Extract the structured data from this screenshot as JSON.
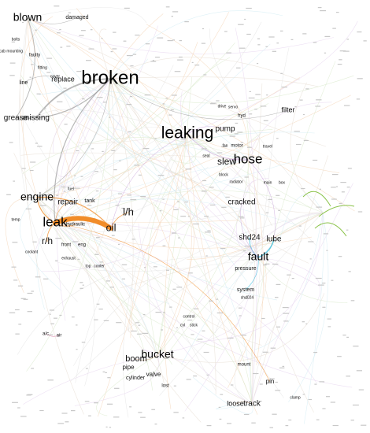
{
  "palette": {
    "orange": "#f0861e",
    "grey": "#9a9a9a",
    "violet": "#cba6dc",
    "blue": "#1fb3d9",
    "green": "#8bc34a",
    "pink": "#d9709c",
    "tan": "#c9a27a",
    "faint": "#d8d8d8"
  },
  "nodes": [
    {
      "id": "blown",
      "label": "blown",
      "cluster": "grey"
    },
    {
      "id": "damaged",
      "label": "damaged",
      "cluster": "grey"
    },
    {
      "id": "bolts",
      "label": "bolts",
      "cluster": "grey"
    },
    {
      "id": "cab_mounting",
      "label": "cab mounting",
      "cluster": "grey"
    },
    {
      "id": "faulty",
      "label": "faulty",
      "cluster": "grey"
    },
    {
      "id": "fitting",
      "label": "fitting",
      "cluster": "grey"
    },
    {
      "id": "cover",
      "label": "cover",
      "cluster": "grey"
    },
    {
      "id": "replace",
      "label": "replace",
      "cluster": "grey"
    },
    {
      "id": "line",
      "label": "line",
      "cluster": "grey"
    },
    {
      "id": "broken",
      "label": "broken",
      "cluster": "grey"
    },
    {
      "id": "grease",
      "label": "grease",
      "cluster": "grey"
    },
    {
      "id": "missing",
      "label": "missing",
      "cluster": "grey"
    },
    {
      "id": "leaking",
      "label": "leaking",
      "cluster": "violet"
    },
    {
      "id": "pump",
      "label": "pump",
      "cluster": "violet"
    },
    {
      "id": "hyd",
      "label": "hyd",
      "cluster": "violet"
    },
    {
      "id": "filter",
      "label": "filter",
      "cluster": "violet"
    },
    {
      "id": "drive",
      "label": "drive",
      "cluster": "violet"
    },
    {
      "id": "servo",
      "label": "servo",
      "cluster": "violet"
    },
    {
      "id": "fan",
      "label": "fan",
      "cluster": "violet"
    },
    {
      "id": "motor",
      "label": "motor",
      "cluster": "violet"
    },
    {
      "id": "travel",
      "label": "travel",
      "cluster": "violet"
    },
    {
      "id": "seal",
      "label": "seal",
      "cluster": "violet"
    },
    {
      "id": "slew",
      "label": "slew",
      "cluster": "violet"
    },
    {
      "id": "hose",
      "label": "hose",
      "cluster": "violet"
    },
    {
      "id": "block",
      "label": "block",
      "cluster": "violet"
    },
    {
      "id": "radiator",
      "label": "radiator",
      "cluster": "violet"
    },
    {
      "id": "main",
      "label": "main",
      "cluster": "violet"
    },
    {
      "id": "box",
      "label": "box",
      "cluster": "violet"
    },
    {
      "id": "cracked",
      "label": "cracked",
      "cluster": "violet"
    },
    {
      "id": "engine",
      "label": "engine",
      "cluster": "orange"
    },
    {
      "id": "repair",
      "label": "repair",
      "cluster": "orange"
    },
    {
      "id": "tank",
      "label": "tank",
      "cluster": "orange"
    },
    {
      "id": "leak",
      "label": "leak",
      "cluster": "orange"
    },
    {
      "id": "hydraulic",
      "label": "hydraulic",
      "cluster": "orange"
    },
    {
      "id": "lh",
      "label": "l/h",
      "cluster": "orange"
    },
    {
      "id": "oil",
      "label": "oil",
      "cluster": "orange"
    },
    {
      "id": "rh",
      "label": "r/h",
      "cluster": "orange"
    },
    {
      "id": "temp",
      "label": "temp",
      "cluster": "orange"
    },
    {
      "id": "coolant",
      "label": "coolant",
      "cluster": "orange"
    },
    {
      "id": "front",
      "label": "front",
      "cluster": "orange"
    },
    {
      "id": "eng",
      "label": "eng",
      "cluster": "orange"
    },
    {
      "id": "exhaust",
      "label": "exhaust",
      "cluster": "orange"
    },
    {
      "id": "top",
      "label": "top",
      "cluster": "orange"
    },
    {
      "id": "cooler",
      "label": "cooler",
      "cluster": "orange"
    },
    {
      "id": "fuel",
      "label": "fuel",
      "cluster": "orange"
    },
    {
      "id": "shd24",
      "label": "shd24",
      "cluster": "blue"
    },
    {
      "id": "lube",
      "label": "lube",
      "cluster": "blue"
    },
    {
      "id": "fault",
      "label": "fault",
      "cluster": "blue"
    },
    {
      "id": "pressure",
      "label": "pressure",
      "cluster": "blue"
    },
    {
      "id": "system",
      "label": "system",
      "cluster": "blue"
    },
    {
      "id": "shd024",
      "label": "shd024",
      "cluster": "blue"
    },
    {
      "id": "ac",
      "label": "a/c",
      "cluster": "pink"
    },
    {
      "id": "air",
      "label": "air",
      "cluster": "pink"
    },
    {
      "id": "control",
      "label": "control",
      "cluster": "tan"
    },
    {
      "id": "cyl",
      "label": "cyl",
      "cluster": "tan"
    },
    {
      "id": "stick",
      "label": "stick",
      "cluster": "tan"
    },
    {
      "id": "boom",
      "label": "boom",
      "cluster": "tan"
    },
    {
      "id": "bucket",
      "label": "bucket",
      "cluster": "tan"
    },
    {
      "id": "pipe",
      "label": "pipe",
      "cluster": "tan"
    },
    {
      "id": "cylinder",
      "label": "cylinder",
      "cluster": "tan"
    },
    {
      "id": "valve",
      "label": "valve",
      "cluster": "tan"
    },
    {
      "id": "lost",
      "label": "lost",
      "cluster": "tan"
    },
    {
      "id": "mount",
      "label": "mount",
      "cluster": "tan"
    },
    {
      "id": "pin",
      "label": "pin",
      "cluster": "tan"
    },
    {
      "id": "loose",
      "label": "loose",
      "cluster": "tan"
    },
    {
      "id": "track",
      "label": "track",
      "cluster": "tan"
    },
    {
      "id": "clamp",
      "label": "clamp",
      "cluster": "tan"
    }
  ],
  "edges": [
    {
      "source": "leak",
      "target": "oil",
      "weight": 10
    },
    {
      "source": "broken",
      "target": "missing",
      "weight": 3
    },
    {
      "source": "broken",
      "target": "grease",
      "weight": 2
    },
    {
      "source": "broken",
      "target": "leak",
      "weight": 2
    },
    {
      "source": "blown",
      "target": "grease",
      "weight": 1.5
    },
    {
      "source": "replace",
      "target": "line",
      "weight": 1
    },
    {
      "source": "damaged",
      "target": "blown",
      "weight": 1
    },
    {
      "source": "leaking",
      "target": "hose",
      "weight": 1.5
    },
    {
      "source": "leaking",
      "target": "pump",
      "weight": 1
    },
    {
      "source": "hose",
      "target": "slew",
      "weight": 1
    },
    {
      "source": "lube",
      "target": "fault",
      "weight": 2.5
    },
    {
      "source": "shd24",
      "target": "fault",
      "weight": 1.5
    },
    {
      "source": "fault",
      "target": "system",
      "weight": 1
    },
    {
      "source": "engine",
      "target": "leak",
      "weight": 2
    },
    {
      "source": "engine",
      "target": "oil",
      "weight": 2
    },
    {
      "source": "lh",
      "target": "oil",
      "weight": 1.5
    },
    {
      "source": "rh",
      "target": "leak",
      "weight": 1.5
    },
    {
      "source": "leak",
      "target": "hydraulic",
      "weight": 1.5
    },
    {
      "source": "leak",
      "target": "repair",
      "weight": 1
    },
    {
      "source": "boom",
      "target": "bucket",
      "weight": 1
    },
    {
      "source": "loose",
      "target": "track",
      "weight": 1
    },
    {
      "source": "ac",
      "target": "air",
      "weight": 1
    },
    {
      "source": "broken",
      "target": "engine",
      "weight": 1
    },
    {
      "source": "leaking",
      "target": "oil",
      "weight": 1
    },
    {
      "source": "hose",
      "target": "lube",
      "weight": 1
    },
    {
      "source": "cracked",
      "target": "fault",
      "weight": 0.8
    },
    {
      "source": "leak",
      "target": "pin",
      "weight": 0.8
    },
    {
      "source": "broken",
      "target": "filter",
      "weight": 0.6
    }
  ]
}
